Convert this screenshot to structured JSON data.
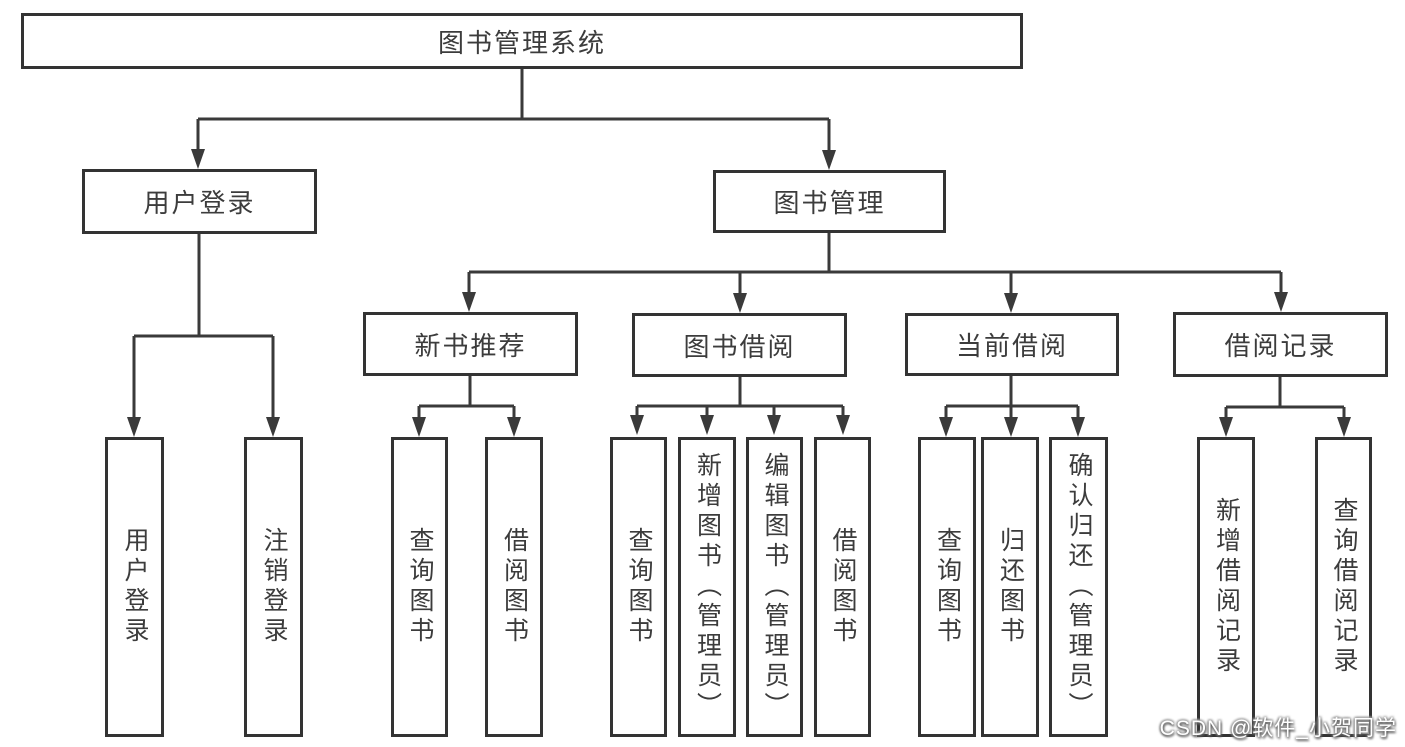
{
  "diagram_type": "functional-structure-tree",
  "tree": {
    "root": {
      "label": "图书管理系统",
      "children": [
        {
          "label": "用户登录",
          "children": [
            {
              "label": "用户登录"
            },
            {
              "label": "注销登录"
            }
          ]
        },
        {
          "label": "图书管理",
          "children": [
            {
              "label": "新书推荐",
              "children": [
                {
                  "label": "查询图书"
                },
                {
                  "label": "借阅图书"
                }
              ]
            },
            {
              "label": "图书借阅",
              "children": [
                {
                  "label": "查询图书"
                },
                {
                  "label": "新增图书（管理员）"
                },
                {
                  "label": "编辑图书（管理员）"
                },
                {
                  "label": "借阅图书"
                }
              ]
            },
            {
              "label": "当前借阅",
              "children": [
                {
                  "label": "查询图书"
                },
                {
                  "label": "归还图书"
                },
                {
                  "label": "确认归还（管理员）"
                }
              ]
            },
            {
              "label": "借阅记录",
              "children": [
                {
                  "label": "新增借阅记录"
                },
                {
                  "label": "查询借阅记录"
                }
              ]
            }
          ]
        }
      ]
    }
  },
  "watermark": {
    "text": "CSDN @软件_小贺同学"
  },
  "colors": {
    "box_border": "#333333",
    "connector_line": "#3a3a3a",
    "node_text": "#3c3c3c",
    "background": "#ffffff",
    "watermark_text": "#ffffff",
    "watermark_shadow": "#5a5a5a"
  }
}
